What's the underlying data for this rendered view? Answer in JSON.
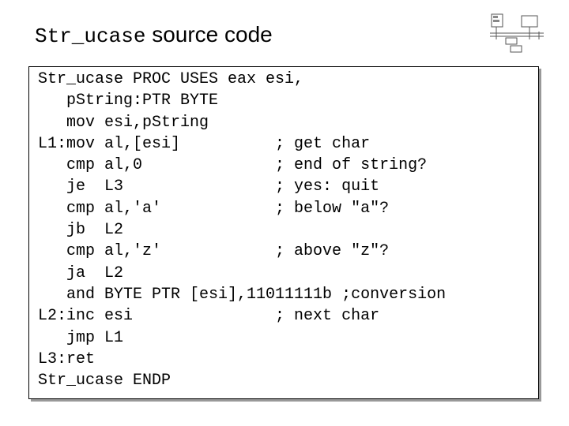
{
  "slide": {
    "title_code": "Str_ucase",
    "title_text": " source code"
  },
  "code": {
    "lines": [
      "Str_ucase PROC USES eax esi,",
      "   pString:PTR BYTE",
      "   mov esi,pString",
      "L1:mov al,[esi]          ; get char",
      "   cmp al,0              ; end of string?",
      "   je  L3                ; yes: quit",
      "   cmp al,'a'            ; below \"a\"?",
      "   jb  L2",
      "   cmp al,'z'            ; above \"z\"?",
      "   ja  L2",
      "   and BYTE PTR [esi],11011111b ;conversion",
      "L2:inc esi               ; next char",
      "   jmp L1",
      "L3:ret",
      "Str_ucase ENDP"
    ]
  }
}
